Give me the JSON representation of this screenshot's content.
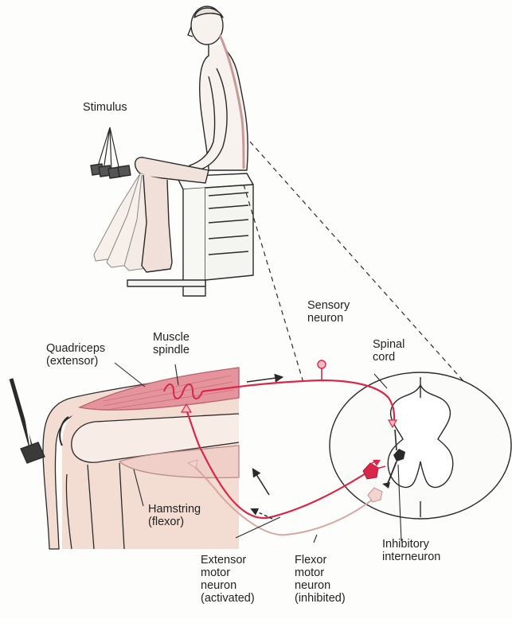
{
  "labels": {
    "stimulus": "Stimulus",
    "sensory_neuron": "Sensory\nneuron",
    "muscle_spindle": "Muscle\nspindle",
    "quadriceps": "Quadriceps\n(extensor)",
    "spinal_cord": "Spinal\ncord",
    "hamstring": "Hamstring\n(flexor)",
    "extensor_motor_neuron": "Extensor\nmotor\nneuron\n(activated)",
    "flexor_motor_neuron": "Flexor\nmotor\nneuron\n(inhibited)",
    "inhibitory_interneuron": "Inhibitory\ninterneuron"
  },
  "colors": {
    "active_neuron": "#d8274a",
    "inhibited_neuron": "#d9a5a0",
    "muscle": "#e5949d",
    "skin": "#f3dcd2",
    "ink": "#2a2a2a",
    "interneuron": "#2a2a2a"
  }
}
